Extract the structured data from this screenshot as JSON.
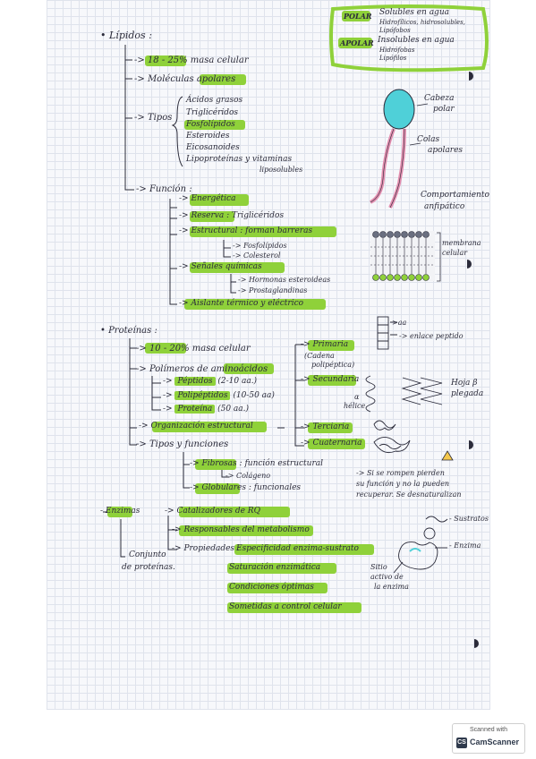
{
  "lipidos": {
    "title": "Lípidos :",
    "masa": "18 - 25% masa celular",
    "moleculas": "Moléculas apolares",
    "tipos_label": "Tipos",
    "tipos": [
      "Ácidos grasos",
      "Triglicéridos",
      "Fosfolípidos",
      "Esteroides",
      "Eicosanoides",
      "Lipoproteínas y vitaminas",
      "liposolubles"
    ],
    "funcion_label": "Función :",
    "energetica": "Energética",
    "reserva": "Reserva",
    "reserva_detail": ": Triglicéridos",
    "estructural": "Estructural",
    "estructural_detail": ": forman barreras",
    "estructural_sub": [
      "Fosfolípidos",
      "Colesterol"
    ],
    "senales": "Señales químicas",
    "senales_sub": [
      "Hormonas esteroideas",
      "Prostaglandinas"
    ],
    "aislante": "Aislante térmico y eléctrico"
  },
  "polar_box": {
    "polar_label": "POLAR",
    "polar_text": [
      "Solubles en agua",
      "Hidrofílicos, hidrosolubles,",
      "Lipófobos"
    ],
    "apolar_label": "APOLAR",
    "apolar_text": [
      "Insolubles en agua",
      "Hidrófobas",
      "Lipófilos"
    ]
  },
  "lipid_diagram": {
    "cabeza": [
      "Cabeza",
      "polar"
    ],
    "colas": [
      "Colas",
      "apolares"
    ],
    "comportamiento": [
      "Comportamiento",
      "anfipático"
    ],
    "membrana": [
      "membrana",
      "celular"
    ]
  },
  "proteinas": {
    "title": "Proteínas :",
    "masa": "10 - 20% masa celular",
    "polimeros": "Polímeros de aminoácidos",
    "peptidos": "Péptidos",
    "peptidos_detail": "(2-10 aa.)",
    "polipeptidos": "Polipéptidos",
    "polipeptidos_detail": "(10-50 aa)",
    "proteina": "Proteína",
    "proteina_detail": "(50 aa.)",
    "organizacion": "Organización estructural",
    "tipos": "Tipos y funciones",
    "fibrosas": "Fibrosas",
    "fibrosas_detail": ": función estructural",
    "colageno": "Colágeno",
    "globulares": "Globulares",
    "globulares_detail": ": funcionales",
    "primaria": "Primaria",
    "primaria_detail": [
      "(Cadena",
      "polipéptica)"
    ],
    "secundaria": "Secundaria",
    "alfa": [
      "α",
      "hélice"
    ],
    "terciaria": "Terciaria",
    "cuaternaria": "Cuaternaria",
    "aa": "aa",
    "enlace": "enlace peptido",
    "hoja": [
      "Hoja β",
      "plegada"
    ],
    "warning_text": [
      "-> Si se rompen pierden",
      "su función y no la pueden",
      "recuperar. Se desnaturalizan"
    ]
  },
  "enzimas": {
    "title": "Enzimas",
    "catalizadores": "Catalizadores de RQ",
    "responsables": "Responsables del metabolismo",
    "propiedades": "Propiedades :",
    "props": [
      "Especificidad enzima-sustrato",
      "Saturación enzimática",
      "Condiciones óptimas",
      "Sometidas a control celular"
    ],
    "conjunto": [
      "Conjunto",
      "de proteínas."
    ],
    "sustratos": "Sustratos",
    "enzima": "Enzima",
    "sitio": [
      "Sitio",
      "activo de",
      "la enzima"
    ]
  },
  "scanner": {
    "scanned_with": "Scanned with",
    "logo": "CS",
    "brand": "CamScanner"
  },
  "colors": {
    "highlight": "#8fd13a",
    "ink": "#2b2b3a",
    "cyan": "#4fd0d8",
    "pink": "#e48fb0"
  }
}
